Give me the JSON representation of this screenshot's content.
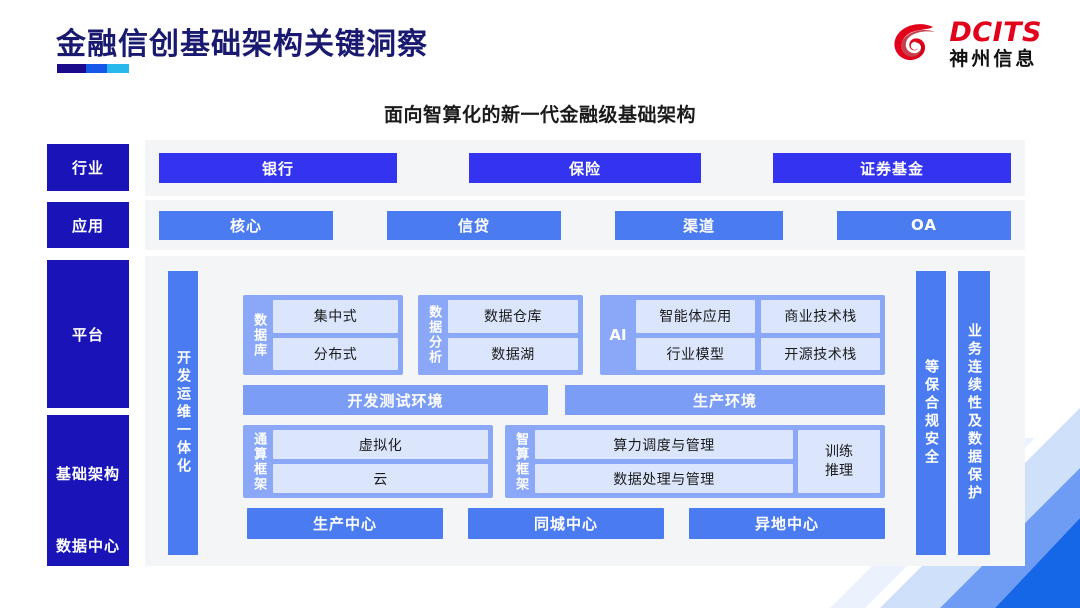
{
  "header": {
    "title": "金融信创基础架构关键洞察",
    "accent_colors": [
      "#1a0a8c",
      "#1557e8",
      "#27b9ec"
    ],
    "logo": {
      "mark": "dcits-swirl-icon",
      "en": "DCITS",
      "cn": "神州信息",
      "red": "#e2001a"
    }
  },
  "subtitle": "面向智算化的新一代金融级基础架构",
  "colors": {
    "sidebar": "#1a14b8",
    "industry_chip": "#3333f0",
    "app_chip": "#4a7bf0",
    "group_bg": "#8aa8f7",
    "cell_bg": "#dbe6fd",
    "band_bg": "#f4f5f7",
    "env_bar": "#7b9df5"
  },
  "sidebar": {
    "items": [
      {
        "label": "行业"
      },
      {
        "label": "应用"
      },
      {
        "label": "平台"
      },
      {
        "label": "基础架构"
      },
      {
        "label": "数据中心"
      }
    ]
  },
  "industry_row": {
    "items": [
      {
        "label": "银行"
      },
      {
        "label": "保险"
      },
      {
        "label": "证券基金"
      }
    ]
  },
  "application_row": {
    "items": [
      {
        "label": "核心"
      },
      {
        "label": "信贷"
      },
      {
        "label": "渠道"
      },
      {
        "label": "OA"
      }
    ]
  },
  "vertical_bars": {
    "devops": "开发运维一体化",
    "security": "等保合规安全",
    "continuity": "业务连续性及数据保护"
  },
  "platform": {
    "database": {
      "title": "数据库",
      "cells": [
        "集中式",
        "分布式"
      ]
    },
    "data_analysis": {
      "title": "数据分析",
      "cells": [
        "数据仓库",
        "数据湖"
      ]
    },
    "ai": {
      "title": "AI",
      "col_left": [
        "智能体应用",
        "行业模型"
      ],
      "col_right": [
        "商业技术栈",
        "开源技术栈"
      ]
    },
    "environments": [
      {
        "label": "开发测试环境"
      },
      {
        "label": "生产环境"
      }
    ]
  },
  "infrastructure": {
    "compute_framework": {
      "title": "通算框架",
      "cells": [
        "虚拟化",
        "云"
      ]
    },
    "intelligent_framework": {
      "title": "智算框架",
      "cells": [
        "算力调度与管理",
        "数据处理与管理"
      ],
      "side_cell": "训练\n推理",
      "side_cell_line1": "训练",
      "side_cell_line2": "推理"
    }
  },
  "data_center_row": {
    "items": [
      {
        "label": "生产中心"
      },
      {
        "label": "同城中心"
      },
      {
        "label": "异地中心"
      }
    ]
  }
}
